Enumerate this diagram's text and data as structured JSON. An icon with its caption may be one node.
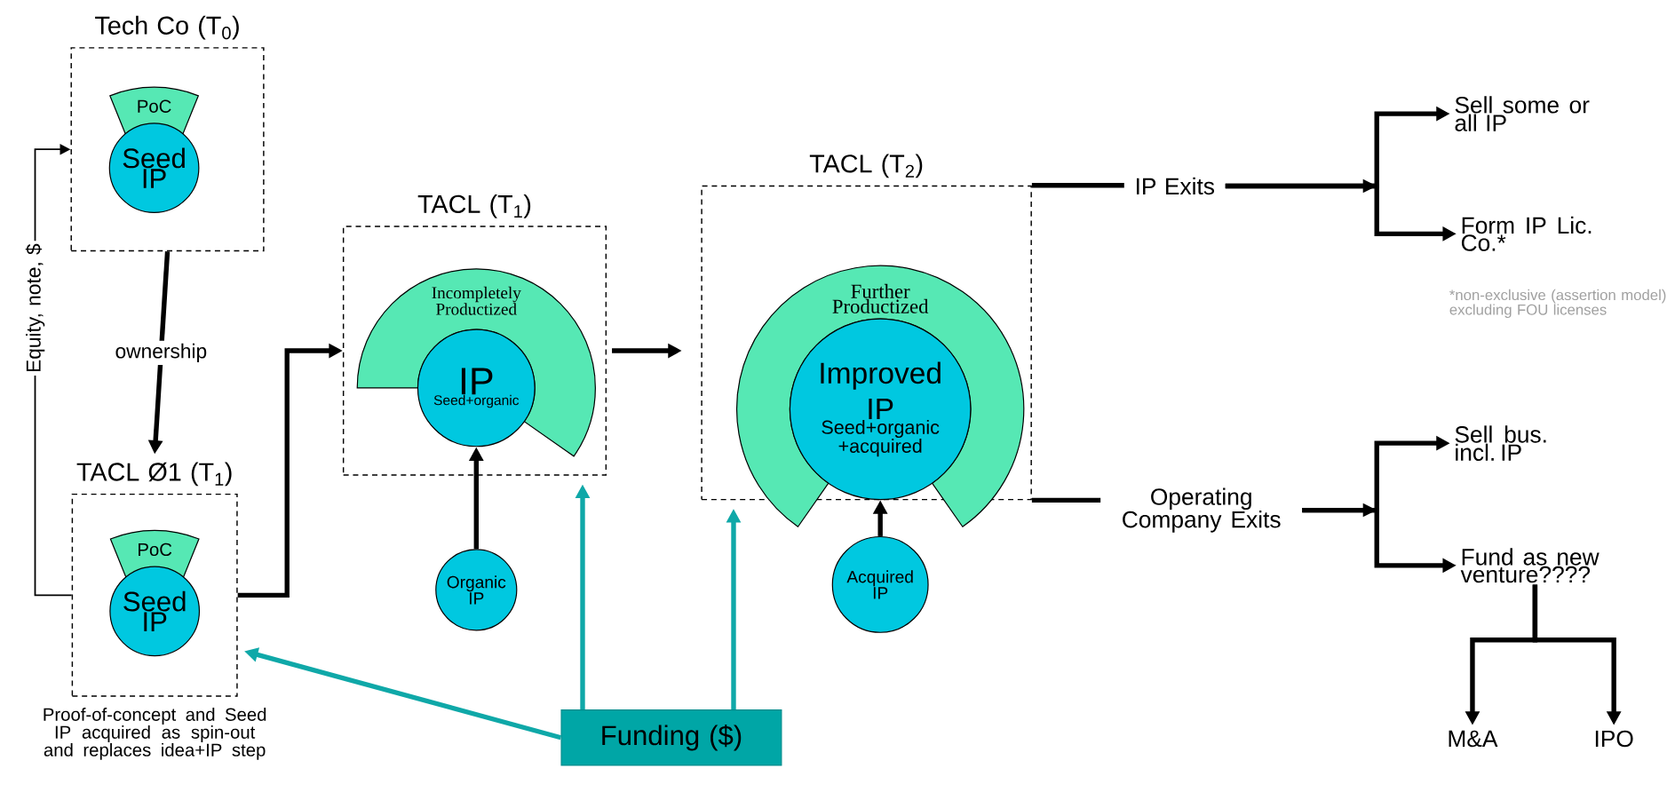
{
  "diagram": {
    "nodes": [
      {
        "text": [
          "Tech Co (T$_{0}$)"
        ]
      },
      {
        "text": [
          "PoC"
        ],
        "in": 0
      },
      {
        "text": [
          "Seed IP"
        ],
        "in": 0
      },
      {
        "text": [
          "TACL Ø1 (T$_{1}$)"
        ],
        "beside": [
          "Proof-of-concept and Seed IP acquired as spin-out and replaces idea+IP step"
        ]
      },
      {
        "text": [
          "PoC"
        ],
        "in": 3
      },
      {
        "text": [
          "Seed IP"
        ],
        "in": 3
      },
      {
        "text": [
          "TACL (T$_{1}$)"
        ]
      },
      {
        "text": [
          "Incompletely Productized"
        ],
        "in": 6
      },
      {
        "text": [
          "IP",
          "Seed+organic"
        ],
        "in": 6
      },
      {
        "text": [
          "Organic IP"
        ]
      },
      {
        "text": [
          "TACL (T$_{2}$)"
        ]
      },
      {
        "text": [
          "Further Productized"
        ],
        "in": 10
      },
      {
        "text": [
          "Improved IP",
          "Seed+organic +acquired"
        ],
        "in": 10
      },
      {
        "text": [
          "Acquired IP"
        ]
      },
      {
        "text": [
          "IP Exits"
        ]
      },
      {
        "text": [
          "Operating Company Exits"
        ]
      },
      {
        "text": [
          "Sell some or all IP"
        ]
      },
      {
        "text": [
          "Form IP Lic. Co.*"
        ]
      },
      {
        "text": [
          "Sell bus. incl. IP"
        ]
      },
      {
        "text": [
          "Fund as new venture????"
        ]
      },
      {
        "text": [
          "M&A"
        ]
      },
      {
        "text": [
          "IPO"
        ]
      },
      {
        "text": [
          "Funding ($)"
        ]
      }
    ],
    "edges": [
      {
        "from": 0,
        "to": 3,
        "arrow": "to",
        "label": "ownership"
      },
      {
        "from": 3,
        "to": 0,
        "arrow": "to",
        "label": "Equity, note, $"
      },
      {
        "from": 3,
        "to": 6,
        "arrow": "to"
      },
      {
        "from": 6,
        "to": 10,
        "arrow": "to"
      },
      {
        "from": 9,
        "to": 8,
        "arrow": "to"
      },
      {
        "from": 13,
        "to": 12,
        "arrow": "to"
      },
      {
        "from": 10,
        "to": 14,
        "arrow": "none"
      },
      {
        "from": 10,
        "to": 15,
        "arrow": "none"
      },
      {
        "from": 14,
        "to": 16,
        "arrow": "to"
      },
      {
        "from": 14,
        "to": 17,
        "arrow": "to"
      },
      {
        "from": 15,
        "to": 18,
        "arrow": "to"
      },
      {
        "from": 15,
        "to": 19,
        "arrow": "to"
      },
      {
        "from": 19,
        "to": 20,
        "arrow": "to"
      },
      {
        "from": 19,
        "to": 21,
        "arrow": "to"
      },
      {
        "from": 22,
        "to": 3,
        "arrow": "to",
        "color": "#0fa8a8"
      },
      {
        "from": 22,
        "to": 6,
        "arrow": "to",
        "color": "#0fa8a8"
      },
      {
        "from": 22,
        "to": 10,
        "arrow": "to",
        "color": "#0fa8a8"
      }
    ],
    "labels": [
      "*non-exclusive (assertion model) excluding FOU licenses"
    ]
  }
}
